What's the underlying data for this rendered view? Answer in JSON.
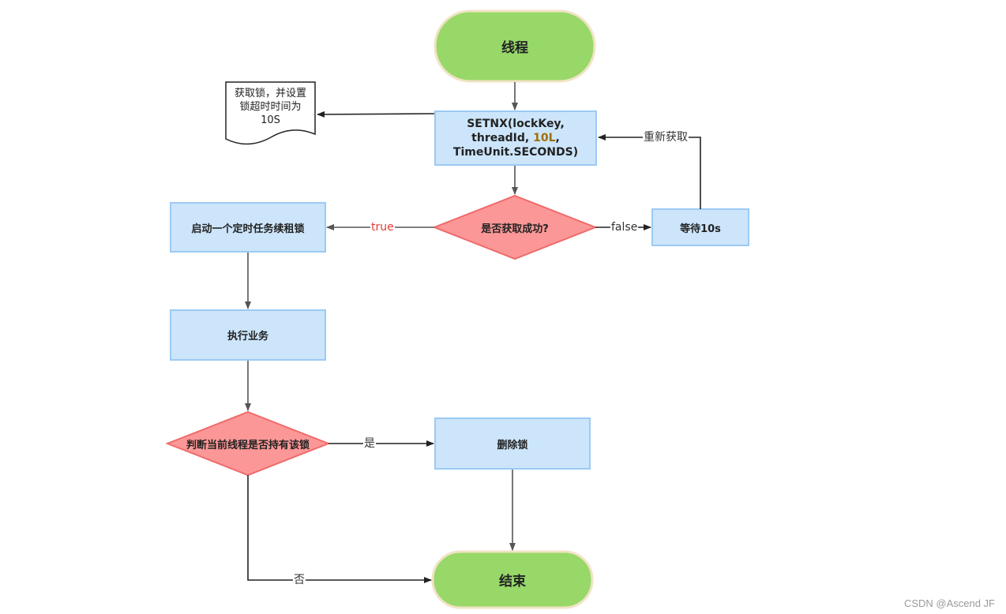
{
  "nodes": {
    "start": {
      "label": "线程"
    },
    "note": {
      "lines": [
        "获取锁，并设置",
        "锁超时时间为",
        "10S"
      ]
    },
    "setnx": {
      "line1": "SETNX(lockKey,",
      "line2_pre": "threadId, ",
      "line2_hl": "10L",
      "line2_post": ",",
      "line3": "TimeUnit.SECONDS)"
    },
    "decision_acquired": {
      "label": "是否获取成功?"
    },
    "renew_task": {
      "label": "启动一个定时任务续租锁"
    },
    "wait": {
      "label": "等待10s"
    },
    "execute": {
      "label": "执行业务"
    },
    "decision_owner": {
      "label": "判断当前线程是否持有该锁"
    },
    "delete": {
      "label": "删除锁"
    },
    "end": {
      "label": "结束"
    }
  },
  "edges": {
    "true_label": "true",
    "false_label": "false",
    "retry_label": "重新获取",
    "yes_label": "是",
    "no_label": "否"
  },
  "colors": {
    "terminal_fill": "#97d869",
    "terminal_stroke": "#f1e3c4",
    "process_fill": "#cce5fb",
    "process_stroke": "#9ccaf4",
    "decision_fill": "#fc9797",
    "decision_stroke": "#f06a6a",
    "highlight": "#a06f00",
    "true_color": "#e53935",
    "arrow": "#555555"
  },
  "watermark": "CSDN @Ascend JF"
}
